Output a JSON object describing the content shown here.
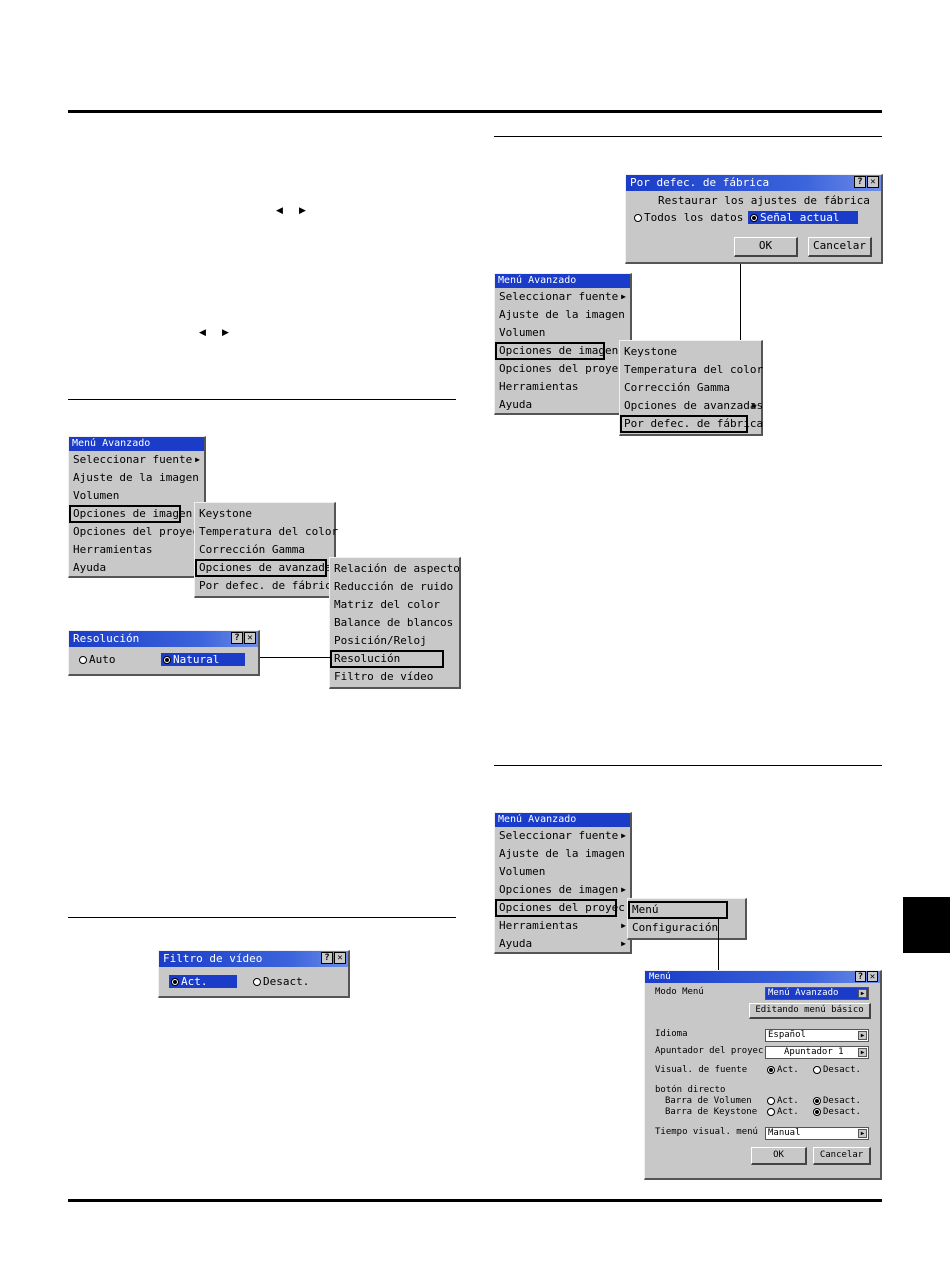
{
  "menu_main": {
    "title": "Menú Avanzado",
    "items": [
      "Seleccionar fuente",
      "Ajuste de la imagen",
      "Volumen",
      "Opciones de imagen",
      "Opciones del proyec.",
      "Herramientas",
      "Ayuda"
    ]
  },
  "submenu_imagen": {
    "items": [
      "Keystone",
      "Temperatura del color",
      "Corrección Gamma",
      "Opciones de avanzadas",
      "Por defec. de fábrica"
    ]
  },
  "submenu_avanzadas": {
    "items": [
      "Relación de aspecto",
      "Reducción de ruido",
      "Matriz del color",
      "Balance de blancos",
      "Posición/Reloj",
      "Resolución",
      "Filtro de vídeo"
    ]
  },
  "submenu_proyec": {
    "items": [
      "Menú",
      "Configuración"
    ]
  },
  "dialog_resolucion": {
    "title": "Resolución",
    "option_auto": "Auto",
    "option_natural": "Natural"
  },
  "dialog_filtro": {
    "title": "Filtro de vídeo",
    "option_act": "Act.",
    "option_desact": "Desact."
  },
  "dialog_fabrica": {
    "title": "Por defec. de fábrica",
    "message": "Restaurar los ajustes de fábrica",
    "option_todos": "Todos los datos",
    "option_senal": "Señal actual",
    "ok": "OK",
    "cancel": "Cancelar"
  },
  "dialog_menu": {
    "title": "Menú",
    "modo_label": "Modo Menú",
    "modo_value": "Menú Avanzado",
    "edit_button": "Editando menú básico",
    "idioma_label": "Idioma",
    "idioma_value": "Español",
    "apuntador_label": "Apuntador del proyec.",
    "apuntador_value": "Apuntador 1",
    "visual_label": "Visual. de fuente",
    "act": "Act.",
    "desact": "Desact.",
    "boton_label": "botón directo",
    "volumen_label": "Barra de Volumen",
    "keystone_label": "Barra de Keystone",
    "tiempo_label": "Tiempo visual. menú",
    "tiempo_value": "Manual",
    "ok": "OK",
    "cancel": "Cancelar"
  },
  "arrow_left": "◀",
  "arrow_right": "▶",
  "help_icon": "?",
  "close_icon": "✕",
  "submenu_arrow": "▶"
}
